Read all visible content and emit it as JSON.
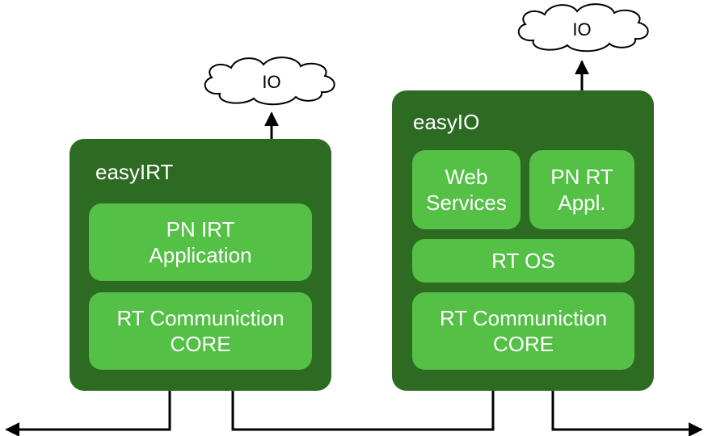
{
  "left_module": {
    "title": "easyIRT",
    "blocks": [
      {
        "text": "PN IRT\nApplication"
      },
      {
        "text": "RT Communiction\nCORE"
      }
    ]
  },
  "right_module": {
    "title": "easyIO",
    "blocks": [
      {
        "text": "Web\nServices"
      },
      {
        "text": "PN RT\nAppl."
      },
      {
        "text": "RT OS"
      },
      {
        "text": "RT Communiction\nCORE"
      }
    ]
  },
  "clouds": [
    {
      "label": "IO"
    },
    {
      "label": "IO"
    }
  ],
  "colors": {
    "module_bg": "#2e6b22",
    "block_bg": "#54c046",
    "cloud_fill": "#ffffff",
    "line": "#000000"
  }
}
